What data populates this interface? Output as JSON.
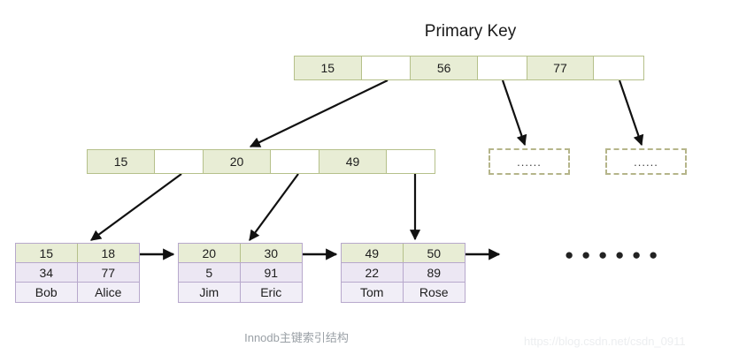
{
  "diagram": {
    "title": "Primary Key",
    "caption": "Innodb主键索引结构",
    "watermark": "https://blog.csdn.net/csdn_0911",
    "colors": {
      "index_fill": "#e8edd5",
      "index_border": "#b5c08a",
      "leaf_border": "#b7a8cc",
      "leaf_data_fill": "#ece7f3",
      "leaf_last_fill": "#f1eef7",
      "arrow": "#111111",
      "dashed_border": "#b5b58a",
      "caption_text": "#9aa0a6",
      "watermark_text": "#eceef0"
    },
    "root": {
      "label": "root-index-node",
      "cells": [
        {
          "text": "15",
          "filled": true
        },
        {
          "text": "",
          "filled": false
        },
        {
          "text": "56",
          "filled": true
        },
        {
          "text": "",
          "filled": false
        },
        {
          "text": "77",
          "filled": true
        },
        {
          "text": "",
          "filled": false
        }
      ]
    },
    "internal": {
      "label": "internal-index-node",
      "cells": [
        {
          "text": "15",
          "filled": true
        },
        {
          "text": "",
          "filled": false
        },
        {
          "text": "20",
          "filled": true
        },
        {
          "text": "",
          "filled": false
        },
        {
          "text": "49",
          "filled": true
        },
        {
          "text": "",
          "filled": false
        }
      ]
    },
    "leaves": [
      {
        "name": "leaf-node-1",
        "keys": [
          "15",
          "18"
        ],
        "values": [
          "34",
          "77"
        ],
        "names": [
          "Bob",
          "Alice"
        ]
      },
      {
        "name": "leaf-node-2",
        "keys": [
          "20",
          "30"
        ],
        "values": [
          "5",
          "91"
        ],
        "names": [
          "Jim",
          "Eric"
        ]
      },
      {
        "name": "leaf-node-3",
        "keys": [
          "49",
          "50"
        ],
        "values": [
          "22",
          "89"
        ],
        "names": [
          "Tom",
          "Rose"
        ]
      }
    ],
    "placeholders": [
      {
        "name": "dashed-placeholder-1",
        "text": "......"
      },
      {
        "name": "dashed-placeholder-2",
        "text": "......"
      }
    ],
    "tail_ellipsis": "● ● ● ● ● ●"
  }
}
